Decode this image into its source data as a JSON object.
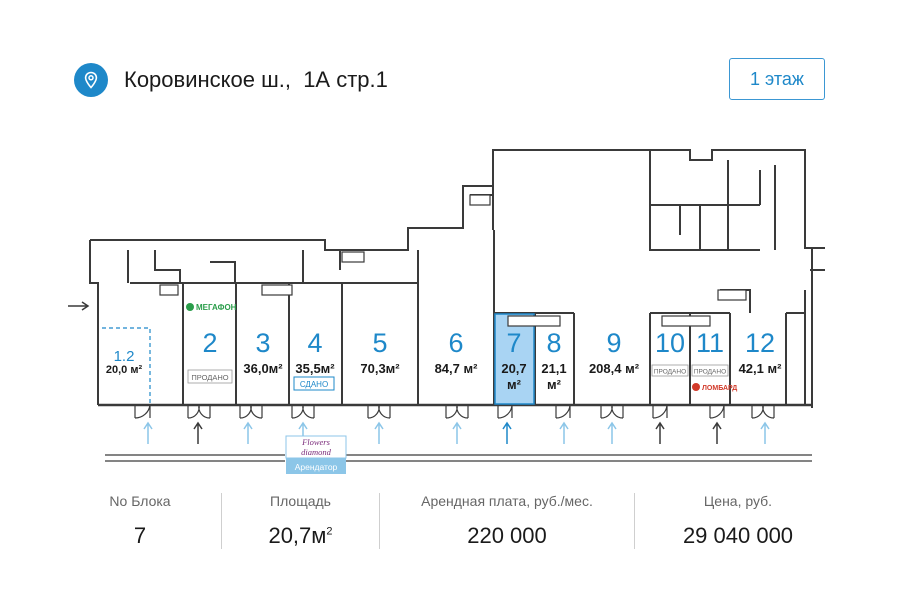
{
  "header": {
    "address": "Коровинское ш.,  1А стр.1",
    "floor_button": "1 этаж"
  },
  "units": [
    {
      "num": "1.2",
      "area": "20,0 м²"
    },
    {
      "num": "2",
      "badge": "ПРОДАНО",
      "brand": "МЕГАФОН"
    },
    {
      "num": "3",
      "area": "36,0м²"
    },
    {
      "num": "4",
      "area": "35,5м²",
      "badge": "СДАНО"
    },
    {
      "num": "5",
      "area": "70,3м²"
    },
    {
      "num": "6",
      "area": "84,7 м²"
    },
    {
      "num": "7",
      "area": "20,7",
      "unit": "м²"
    },
    {
      "num": "8",
      "area": "21,1",
      "unit": "м²"
    },
    {
      "num": "9",
      "area": "208,4 м²"
    },
    {
      "num": "10",
      "badge": "ПРОДАНО"
    },
    {
      "num": "11",
      "badge": "ПРОДАНО",
      "brand": "ЛОМБАРД"
    },
    {
      "num": "12",
      "area": "42,1 м²"
    }
  ],
  "tenant": {
    "name_line1": "Flowers",
    "name_line2": "diamond",
    "label": "Арендатор"
  },
  "stats": {
    "block_label": "No Блока",
    "block_value": "7",
    "area_label": "Площадь",
    "area_value": "20,7м",
    "area_sup": "2",
    "rent_label": "Арендная плата, руб./мес.",
    "rent_value": "220 000",
    "price_label": "Цена, руб.",
    "price_value": "29 040 000"
  },
  "colors": {
    "accent": "#1e88c9",
    "selected_fill": "#a9d4f3",
    "wall": "#3a3a3a",
    "arrow_light": "#8cc6e8"
  }
}
